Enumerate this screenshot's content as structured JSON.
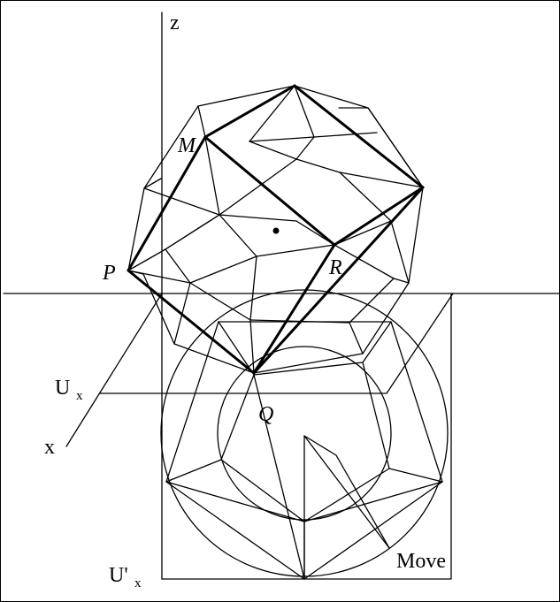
{
  "labels": {
    "z": "z",
    "x": "x",
    "ux_main": "U",
    "ux_sub": "x",
    "uxp_main": "U'",
    "uxp_sub": "x",
    "M": "M",
    "P": "P",
    "R": "R",
    "Q": "Q",
    "move": "Move"
  }
}
